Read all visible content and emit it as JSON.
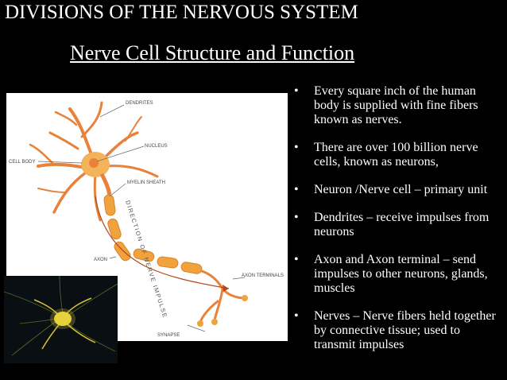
{
  "slide": {
    "title": "DIVISIONS OF THE NERVOUS SYSTEM",
    "subtitle": "Nerve Cell Structure and Function",
    "bullet_glyph": "•",
    "bullets": [
      "Every square inch of the human body is supplied with fine fibers known as nerves.",
      "There are over 100 billion nerve cells, known as neurons,",
      "Neuron /Nerve cell – primary unit",
      "Dendrites – receive impulses from neurons",
      "Axon and Axon terminal – send impulses to other neurons, glands, muscles",
      "Nerves – Nerve fibers held together by connective tissue; used to transmit impulses"
    ]
  },
  "diagram": {
    "labels": {
      "dendrites": "DENDRITES",
      "nucleus": "NUCLEUS",
      "cell_body": "CELL BODY",
      "myelin_sheath": "MYELIN SHEATH",
      "axon": "AXON",
      "axon_terminals": "AXON TERMINALS",
      "synapse": "SYNAPSE",
      "direction": "DIRECTION OF NERVE IMPULSE"
    },
    "colors": {
      "neuron": "#e8823a",
      "neuron_light": "#f4b25a",
      "myelin": "#f0a33c",
      "label": "#444444",
      "arrow": "#b04a1c"
    }
  },
  "micrograph": {
    "colors": {
      "cell": "#e6d23a",
      "background": "#0a0f14",
      "fiber": "#5e8a2e"
    }
  }
}
